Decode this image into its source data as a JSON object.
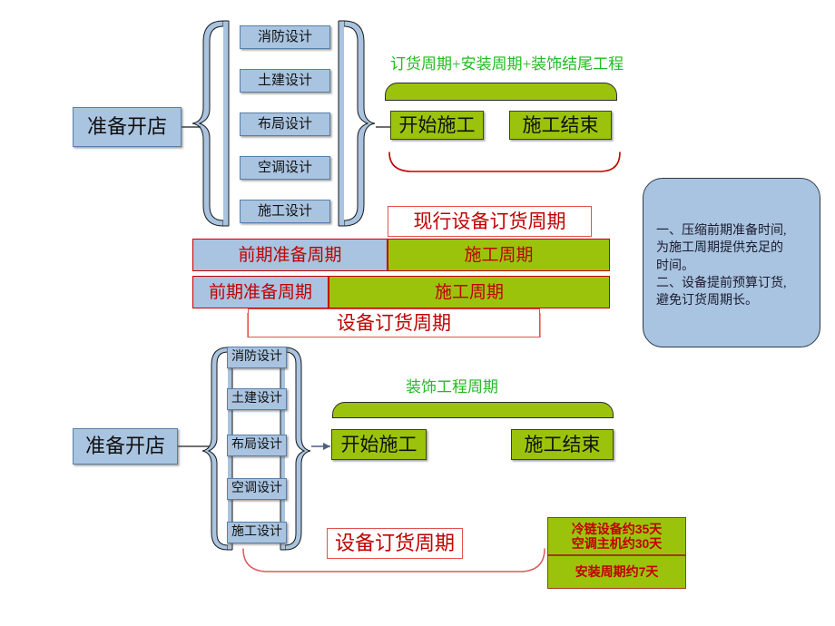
{
  "meta": {
    "title": "开店准备与施工周期对比图",
    "colors": {
      "blue_fill": "#A9C4E0",
      "green_fill": "#9CC30C",
      "red_line": "#C00000",
      "green_text": "#22BB22",
      "note_fill": "#A9C4E0"
    }
  },
  "top_section": {
    "root_label": "准备开店",
    "design_items": [
      "消防设计",
      "土建设计",
      "布局设计",
      "空调设计",
      "施工设计"
    ],
    "cycle_caption": "订货周期+安装周期+装饰结尾工程",
    "milestones": [
      "开始施工",
      "施工结束"
    ]
  },
  "comparison": {
    "current_cycle_label": "现行设备订货周期",
    "row_current": {
      "prep_label": "前期准备周期",
      "build_label": "施工周期"
    },
    "row_improved": {
      "prep_label": "前期准备周期",
      "build_label": "施工周期"
    },
    "order_cycle_label": "设备订货周期"
  },
  "notes": {
    "text": "一、压缩前期准备时间,\n为施工周期提供充足的\n时间。\n二、设备提前预算订货,\n避免订货周期长。"
  },
  "bottom_section": {
    "root_label": "准备开店",
    "design_items": [
      "消防设计",
      "土建设计",
      "布局设计",
      "空调设计",
      "施工设计"
    ],
    "cycle_caption": "装饰工程周期",
    "milestones": [
      "开始施工",
      "施工结束"
    ],
    "order_cycle_label": "设备订货周期",
    "lead_times": [
      {
        "lines": [
          "冷链设备约35天",
          "空调主机约30天"
        ]
      },
      {
        "lines": [
          "安装周期约7天"
        ]
      }
    ]
  }
}
